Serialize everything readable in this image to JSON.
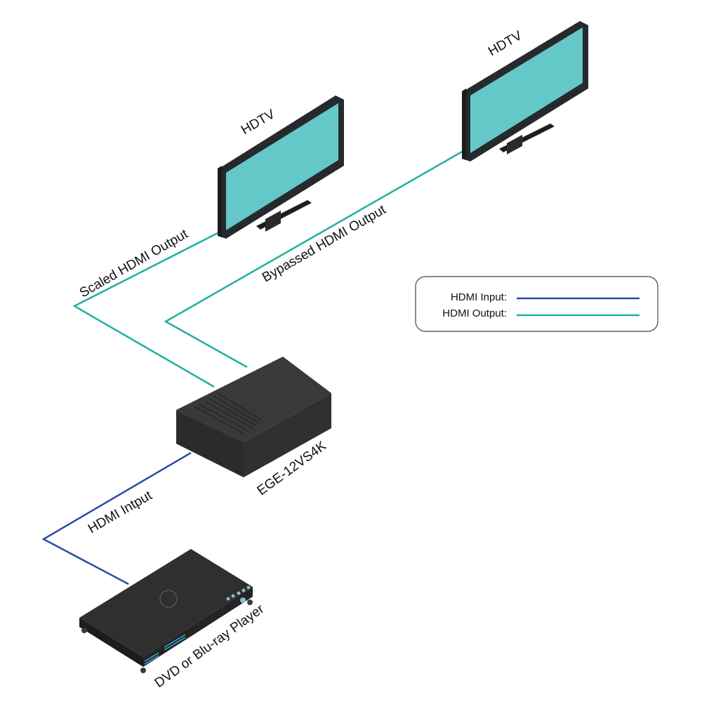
{
  "colors": {
    "hdmi_input": "#2a4aa6",
    "hdmi_output": "#1fb0a0",
    "screen": "#64c8c8",
    "device_dark": "#2e2e2e",
    "device_top": "#3a3a3a",
    "bezel": "#262a2c"
  },
  "devices": {
    "tv_left": {
      "label": "HDTV"
    },
    "tv_right": {
      "label": "HDTV"
    },
    "scaler": {
      "label": "EGE-12VS4K"
    },
    "player": {
      "label": "DVD or Blu-ray Player"
    }
  },
  "connections": {
    "scaled_output": {
      "label": "Scaled HDMI Output",
      "type": "output"
    },
    "bypassed_output": {
      "label": "Bypassed HDMI Output",
      "type": "output"
    },
    "input": {
      "label": "HDMI Intput",
      "type": "input"
    }
  },
  "legend": {
    "items": [
      {
        "label": "HDMI Input:",
        "type": "input"
      },
      {
        "label": "HDMI Output:",
        "type": "output"
      }
    ]
  }
}
